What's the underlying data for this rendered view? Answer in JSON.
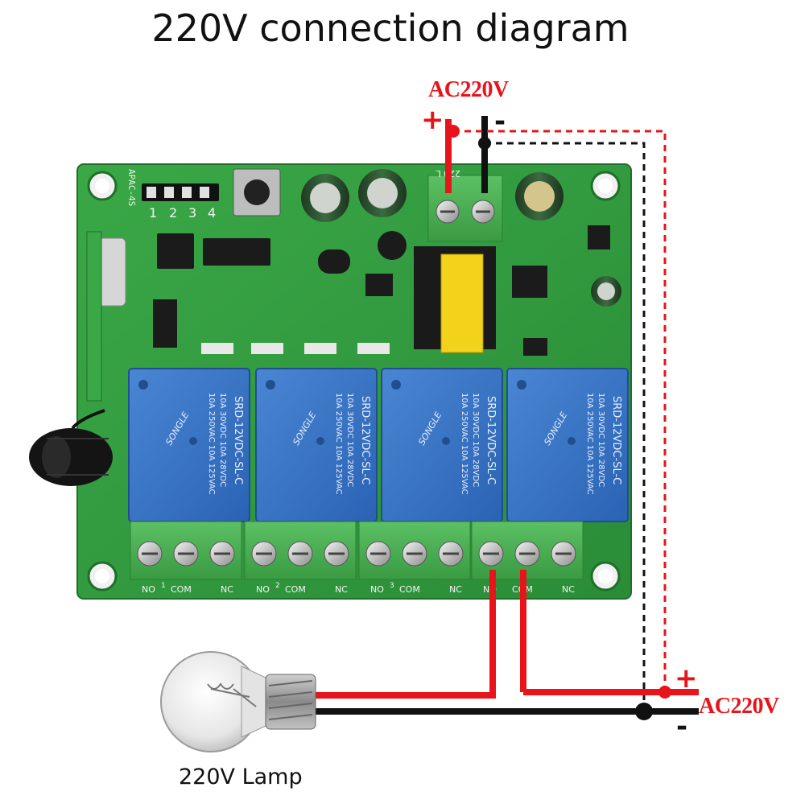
{
  "title": "220V connection diagram",
  "ac_label_top": "AC220V",
  "ac_label_right": "AC220V",
  "plus_sign": "+",
  "minus_sign": "-",
  "lamp_label": "220V Lamp",
  "board": {
    "model": "APAC-4S",
    "power_terminal_label": "220",
    "power_terminal_label2": "L",
    "channel_pins": [
      "1",
      "2",
      "3",
      "4"
    ],
    "relays": [
      {
        "brand": "SONGLE",
        "model": "SRD-12VDC-SL-C",
        "r1": "10A 250VAC 10A 125VAC",
        "r2": "10A 30VDC 10A 28VDC"
      },
      {
        "brand": "SONGLE",
        "model": "SRD-12VDC-SL-C",
        "r1": "10A 250VAC 10A 125VAC",
        "r2": "10A 30VDC 10A 28VDC"
      },
      {
        "brand": "SONGLE",
        "model": "SRD-12VDC-SL-C",
        "r1": "10A 250VAC 10A 125VAC",
        "r2": "10A 30VDC 10A 28VDC"
      },
      {
        "brand": "SONGLE",
        "model": "SRD-12VDC-SL-C",
        "r1": "10A 250VAC 10A 125VAC",
        "r2": "10A 30VDC 10A 28VDC"
      }
    ],
    "terminal_groups": [
      {
        "no": "NO",
        "com": "COM",
        "nc": "NC",
        "num": "1"
      },
      {
        "no": "NO",
        "com": "COM",
        "nc": "NC",
        "num": "2"
      },
      {
        "no": "NO",
        "com": "COM",
        "nc": "NC",
        "num": "3"
      },
      {
        "no": "NO",
        "com": "COM",
        "nc": "NC",
        "num": ""
      }
    ]
  },
  "colors": {
    "live_wire": "#e8141b",
    "neutral_wire": "#111111",
    "pcb": "#2f9a3c",
    "relay": "#2f6fc0",
    "terminal": "#43b04a"
  }
}
